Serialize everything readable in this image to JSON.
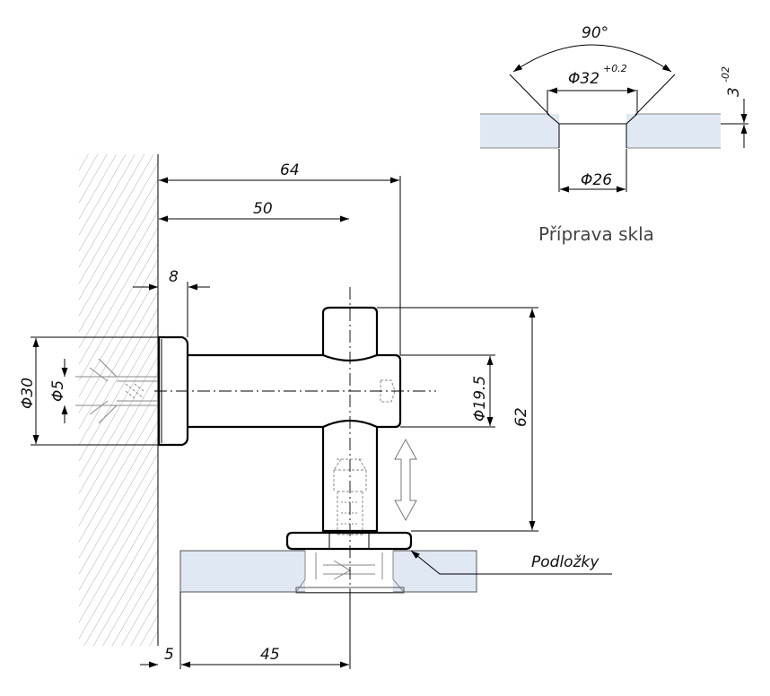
{
  "detail": {
    "angle": "90°",
    "countersink_dia": "Φ32",
    "countersink_tol": "+0.2",
    "hole_dia": "Φ26",
    "depth": "3",
    "depth_tol": "-02",
    "title": "Příprava skla"
  },
  "dimensions": {
    "d64": "64",
    "d50": "50",
    "d8": "8",
    "phi30": "Φ30",
    "phi5": "Φ5",
    "phi19_5": "Φ19.5",
    "d62": "62",
    "d5": "5",
    "d45": "45"
  },
  "labels": {
    "washers": "Podložky"
  },
  "colors": {
    "glass_fill": "#dfe8f3",
    "glass_stroke": "#555555"
  }
}
